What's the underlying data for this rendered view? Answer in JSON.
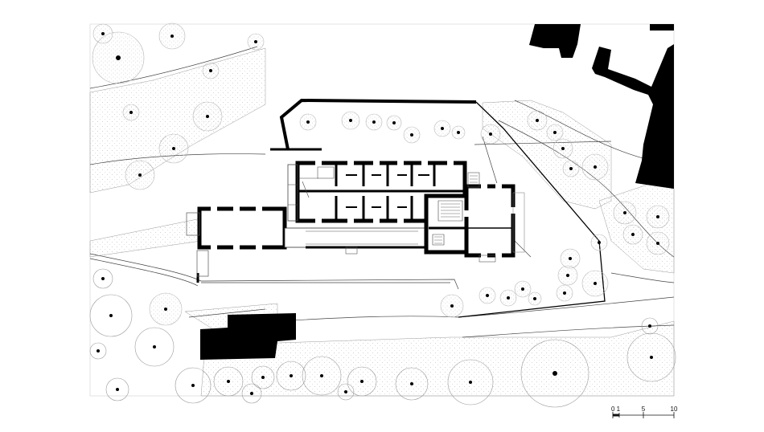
{
  "drawing": {
    "type": "site plan",
    "colors": {
      "background": "#ffffff",
      "line": "#111111",
      "solid_fill": "#000000",
      "terrain_hatch": "#bdbdbd",
      "tree_canopy": "#cfcfcf"
    }
  },
  "scale_bar": {
    "labels": [
      "0 1",
      "5",
      "10"
    ]
  }
}
